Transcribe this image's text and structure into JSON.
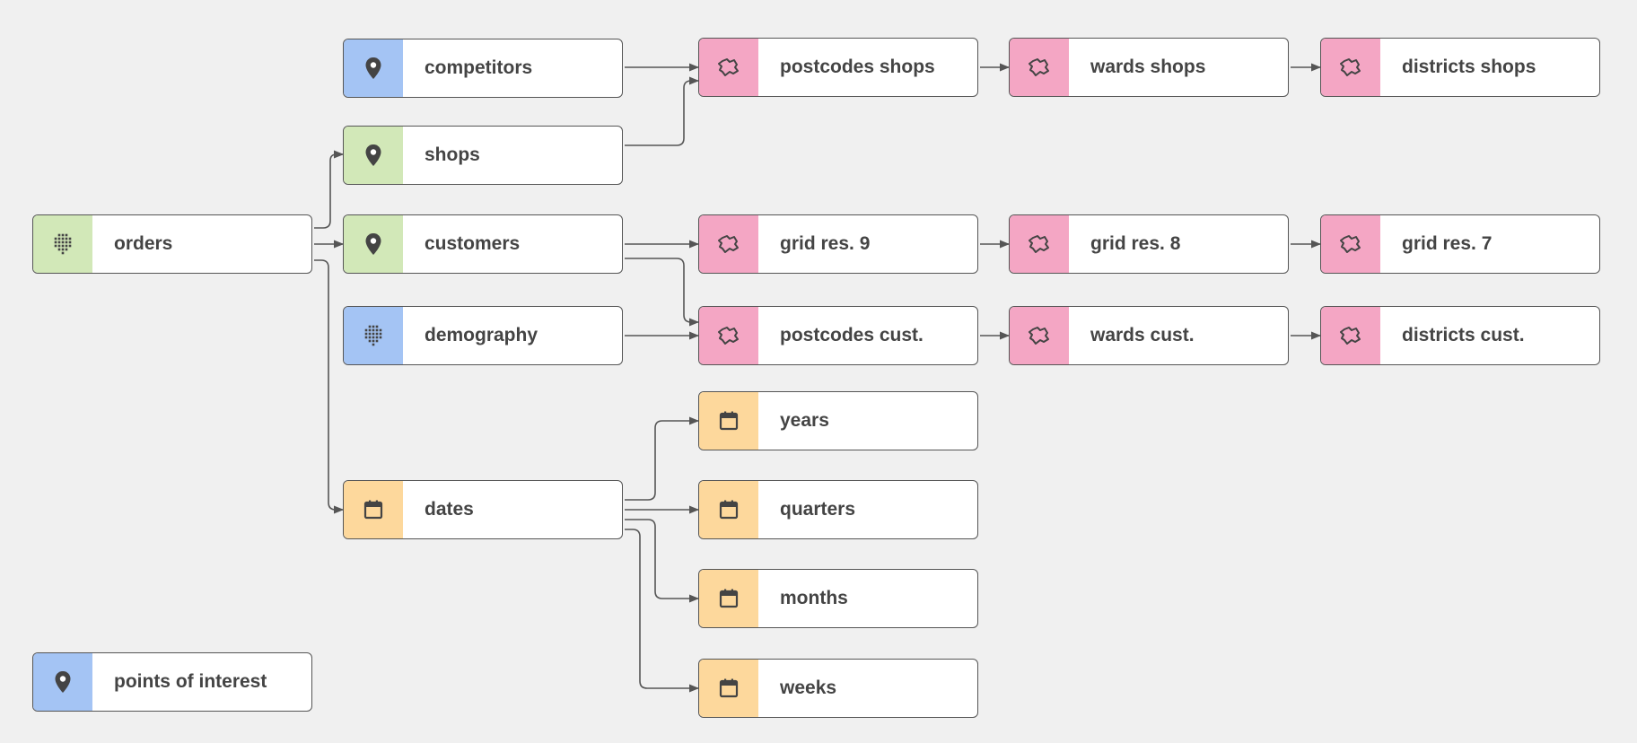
{
  "colors": {
    "background": "#f0f0f0",
    "blue": "#a4c4f4",
    "green": "#d2e8b8",
    "pink": "#f4a6c4",
    "orange": "#fdd89c",
    "stroke": "#555555"
  },
  "nodes": {
    "orders": {
      "label": "orders",
      "icon": "grid-dots-icon",
      "color": "green"
    },
    "competitors": {
      "label": "competitors",
      "icon": "map-pin-icon",
      "color": "blue"
    },
    "shops": {
      "label": "shops",
      "icon": "map-pin-icon",
      "color": "green"
    },
    "customers": {
      "label": "customers",
      "icon": "map-pin-icon",
      "color": "green"
    },
    "demography": {
      "label": "demography",
      "icon": "grid-dots-icon",
      "color": "blue"
    },
    "dates": {
      "label": "dates",
      "icon": "calendar-icon",
      "color": "orange"
    },
    "poi": {
      "label": "points of interest",
      "icon": "map-pin-icon",
      "color": "blue"
    },
    "postcodes_shops": {
      "label": "postcodes shops",
      "icon": "area-shape-icon",
      "color": "pink"
    },
    "wards_shops": {
      "label": "wards shops",
      "icon": "area-shape-icon",
      "color": "pink"
    },
    "districts_shops": {
      "label": "districts shops",
      "icon": "area-shape-icon",
      "color": "pink"
    },
    "grid9": {
      "label": "grid res. 9",
      "icon": "area-shape-icon",
      "color": "pink"
    },
    "grid8": {
      "label": "grid res. 8",
      "icon": "area-shape-icon",
      "color": "pink"
    },
    "grid7": {
      "label": "grid res. 7",
      "icon": "area-shape-icon",
      "color": "pink"
    },
    "postcodes_cust": {
      "label": "postcodes cust.",
      "icon": "area-shape-icon",
      "color": "pink"
    },
    "wards_cust": {
      "label": "wards cust.",
      "icon": "area-shape-icon",
      "color": "pink"
    },
    "districts_cust": {
      "label": "districts cust.",
      "icon": "area-shape-icon",
      "color": "pink"
    },
    "years": {
      "label": "years",
      "icon": "calendar-icon",
      "color": "orange"
    },
    "quarters": {
      "label": "quarters",
      "icon": "calendar-icon",
      "color": "orange"
    },
    "months": {
      "label": "months",
      "icon": "calendar-icon",
      "color": "orange"
    },
    "weeks": {
      "label": "weeks",
      "icon": "calendar-icon",
      "color": "orange"
    }
  },
  "edges": [
    {
      "from": "orders",
      "to": "shops"
    },
    {
      "from": "orders",
      "to": "customers"
    },
    {
      "from": "orders",
      "to": "dates"
    },
    {
      "from": "competitors",
      "to": "postcodes_shops"
    },
    {
      "from": "shops",
      "to": "postcodes_shops"
    },
    {
      "from": "postcodes_shops",
      "to": "wards_shops"
    },
    {
      "from": "wards_shops",
      "to": "districts_shops"
    },
    {
      "from": "customers",
      "to": "grid9"
    },
    {
      "from": "customers",
      "to": "postcodes_cust"
    },
    {
      "from": "grid9",
      "to": "grid8"
    },
    {
      "from": "grid8",
      "to": "grid7"
    },
    {
      "from": "demography",
      "to": "postcodes_cust"
    },
    {
      "from": "postcodes_cust",
      "to": "wards_cust"
    },
    {
      "from": "wards_cust",
      "to": "districts_cust"
    },
    {
      "from": "dates",
      "to": "years"
    },
    {
      "from": "dates",
      "to": "quarters"
    },
    {
      "from": "dates",
      "to": "months"
    },
    {
      "from": "dates",
      "to": "weeks"
    }
  ]
}
